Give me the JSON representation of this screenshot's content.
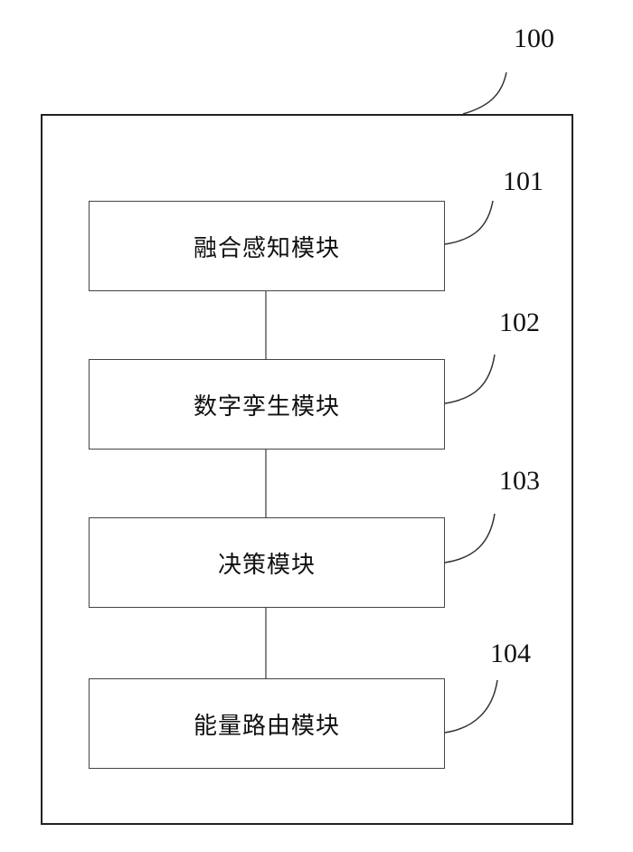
{
  "system": {
    "ref": "100"
  },
  "modules": [
    {
      "ref": "101",
      "label": "融合感知模块"
    },
    {
      "ref": "102",
      "label": "数字孪生模块"
    },
    {
      "ref": "103",
      "label": "决策模块"
    },
    {
      "ref": "104",
      "label": "能量路由模块"
    }
  ]
}
